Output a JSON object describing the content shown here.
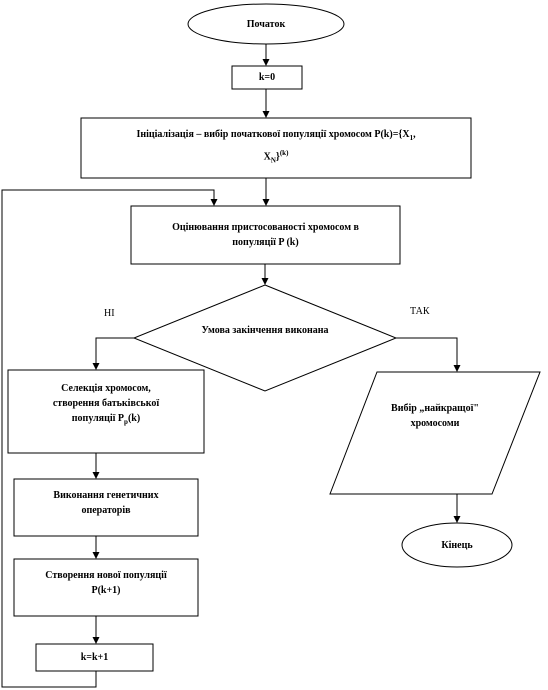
{
  "diagram": {
    "start": "Початок",
    "init_k": "k=0",
    "init_pop": {
      "text": "Ініціалізація – вибір початкової популяції хромосом P(k)={X",
      "sub1": "1",
      "sep": ",",
      "line2": "X",
      "subN": "N",
      "close": "}",
      "sup": "(k)"
    },
    "fitness": "Оцінювання пристосованості хромосом в популяції P (k)",
    "condition": "Умова закінчення виконана",
    "no_label": "НІ",
    "yes_label": "ТАК",
    "selection": {
      "line1": "Селекція хромосом,",
      "line2": "створення батьківської",
      "line3": "популяції P",
      "sub": "p",
      "tail": "(k)"
    },
    "genetic_ops": "Виконання генетичних операторів",
    "new_pop": "Створення нової популяції P(k+1)",
    "increment": "k=k+1",
    "choose_best": "Вибір „найкращої\" хромосоми",
    "end": "Кінець"
  }
}
